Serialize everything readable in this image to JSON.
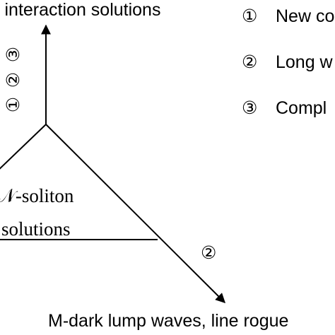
{
  "top_label": "l interaction solutions",
  "legend": [
    {
      "marker": "①",
      "text": "New co"
    },
    {
      "marker": "②",
      "text": "Long w"
    },
    {
      "marker": "③",
      "text": "Compl"
    }
  ],
  "vertical_branch_markers": [
    "①",
    "②",
    "③"
  ],
  "center_label_line1": "𝒩-soliton",
  "center_label_line2": "solutions",
  "lower_branch_marker": "②",
  "bottom_label": "M-dark lump waves, line rogue"
}
